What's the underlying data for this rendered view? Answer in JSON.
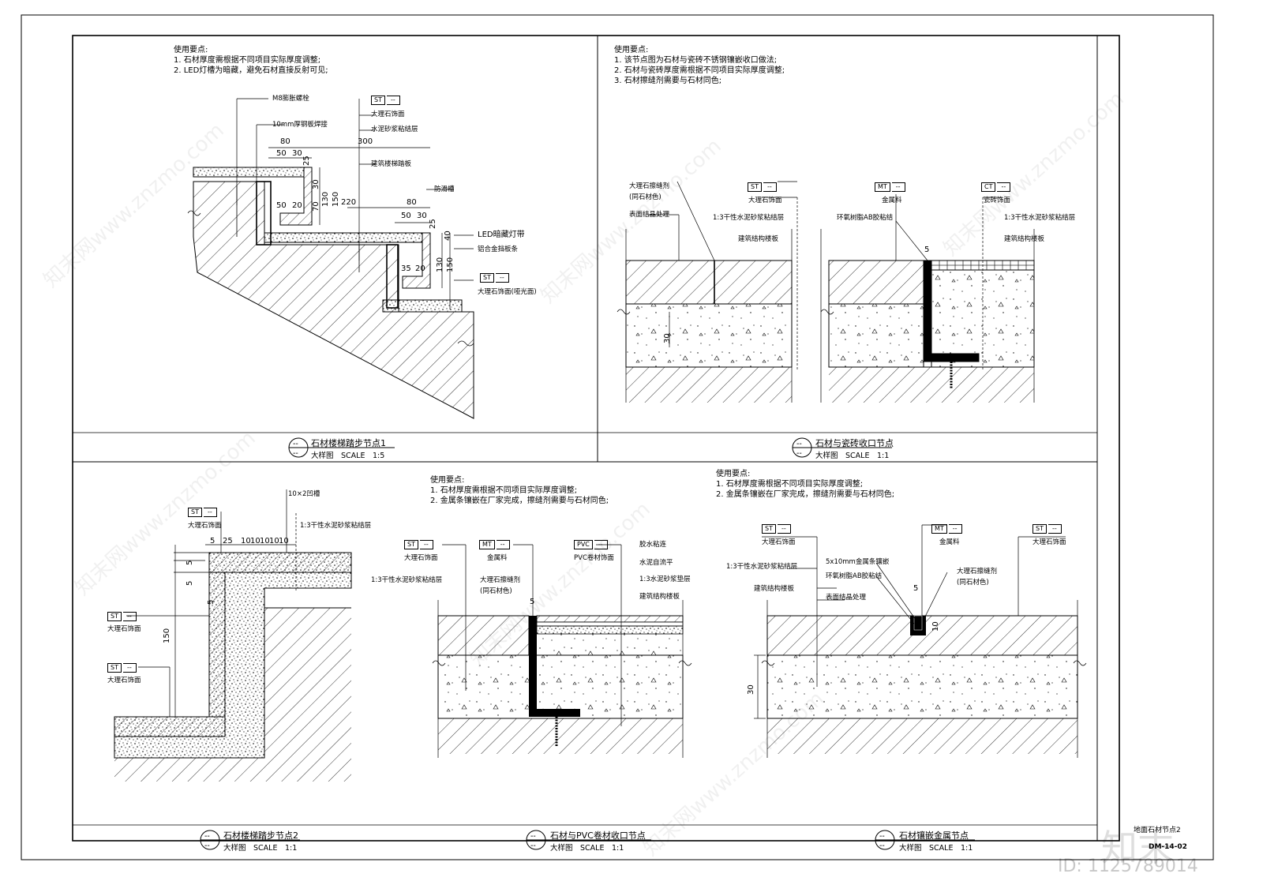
{
  "drawing_no": "DM-14-02",
  "side_title": "地面石材节点2",
  "watermark": {
    "logo_text": "知末",
    "id_text": "ID: 1125789014",
    "site_text": "知末网www.znzmo.com"
  },
  "panels": {
    "p1": {
      "title": "石材楼梯踏步节点1",
      "scale": "大样图　SCALE　1:5",
      "ref": "--",
      "notes": [
        "使用要点:",
        "1. 石材厚度需根据不同项目实际厚度调整;",
        "2. LED灯槽为暗藏，避免石材直接反射可见;"
      ],
      "labels": {
        "bolt": "M8膨胀螺栓",
        "steel": "10mm厚钢板焊接",
        "marble": "大理石饰面",
        "mortar": "水泥砂浆粘结层",
        "slab": "建筑楼梯踏板",
        "groove": "防滑槽",
        "led": "LED暗藏灯带",
        "alu": "铝合金挡板条",
        "marble_polish": "大理石饰面(哑光面)"
      },
      "tags": [
        "ST",
        "ST"
      ],
      "dims": [
        "80",
        "50",
        "30",
        "25",
        "300",
        "220",
        "80",
        "50",
        "30",
        "25",
        "30",
        "70",
        "130",
        "150",
        "50",
        "20",
        "35",
        "20",
        "130",
        "150",
        "40"
      ]
    },
    "p2": {
      "title": "石材与瓷砖收口节点",
      "scale": "大样图　SCALE　1:1",
      "ref": "--",
      "notes": [
        "使用要点:",
        "1. 该节点图为石材与瓷砖不锈钢镶嵌收口做法;",
        "2. 石材与瓷砖厚度需根据不同项目实际厚度调整;",
        "3. 石材擦缝剂需要与石材同色;"
      ],
      "labels": {
        "grout": "大理石擦缝剂",
        "grout_note": "(同石材色)",
        "crystal": "表面结晶处理",
        "marble": "大理石饰面",
        "dry_mortar": "1:3干性水泥砂浆粘结层",
        "slab": "建筑结构楼板",
        "metal": "金属料",
        "epoxy": "环氧树脂AB胶粘结",
        "tile": "瓷砖饰面",
        "dry_mortar2": "1:3干性水泥砂浆粘结层",
        "slab2": "建筑结构楼板"
      },
      "tags": [
        "ST",
        "MT",
        "CT"
      ],
      "dims": [
        "5",
        "30"
      ]
    },
    "p3": {
      "title": "石材楼梯踏步节点2",
      "scale": "大样图　SCALE　1:1",
      "ref": "--",
      "labels": {
        "notch": "10×2凹槽",
        "marble": "大理石饰面",
        "dry_mortar": "1:3干性水泥砂浆粘结层",
        "marble_a": "大理石饰面",
        "marble_b": "大理石饰面"
      },
      "tags": [
        "ST",
        "ST",
        "ST"
      ],
      "dims": [
        "5",
        "25",
        "10",
        "10",
        "10",
        "10",
        "10",
        "5",
        "5",
        "5",
        "150"
      ]
    },
    "p4": {
      "title": "石材与PVC卷材收口节点",
      "scale": "大样图　SCALE　1:1",
      "ref": "--",
      "notes": [
        "使用要点:",
        "1. 石材厚度需根据不同项目实际厚度调整;",
        "2. 金属条镶嵌在厂家完成，擦缝剂需要与石材同色;"
      ],
      "labels": {
        "marble": "大理石饰面",
        "metal": "金属料",
        "pvc": "PVC卷材饰面",
        "glue": "胶水粘连",
        "self_level": "水泥自流平",
        "mortar_bed": "1:3水泥砂浆垫层",
        "slab": "建筑结构楼板",
        "grout": "大理石擦缝剂",
        "grout_note": "(同石材色)",
        "dry_mortar": "1:3干性水泥砂浆粘结层"
      },
      "tags": [
        "ST",
        "MT",
        "PVC"
      ],
      "dims": [
        "5"
      ]
    },
    "p5": {
      "title": "石材镶嵌金属节点",
      "scale": "大样图　SCALE　1:1",
      "ref": "--",
      "notes": [
        "使用要点:",
        "1. 石材厚度需根据不同项目实际厚度调整;",
        "2. 金属条镶嵌在厂家完成，擦缝剂需要与石材同色;"
      ],
      "labels": {
        "marble": "大理石饰面",
        "metal": "金属料",
        "marble_r": "大理石饰面",
        "dry_mortar": "1:3干性水泥砂浆粘结层",
        "strip": "5x10mm金属条镶嵌",
        "epoxy": "环氧树脂AB胶粘结",
        "slab": "建筑结构楼板",
        "crystal": "表面结晶处理",
        "grout": "大理石擦缝剂",
        "grout_note": "(同石材色)"
      },
      "tags": [
        "ST",
        "MT",
        "ST"
      ],
      "dims": [
        "5",
        "10",
        "30"
      ]
    }
  }
}
